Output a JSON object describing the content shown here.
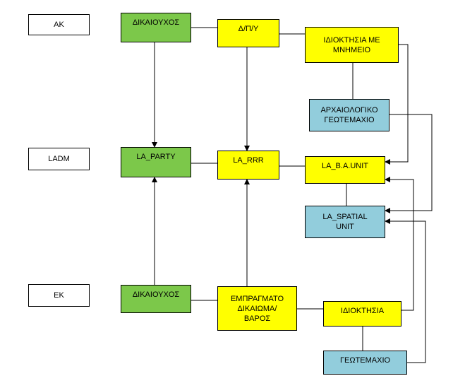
{
  "colors": {
    "label_box": "#ffffff",
    "party": "#7cc84a",
    "rrr": "#ffff00",
    "spatial": "#92cddc",
    "line": "#000000"
  },
  "rows": {
    "ak": "ΑΚ",
    "ladm": "LADM",
    "ek": "ΕΚ"
  },
  "ak_row": {
    "dikaiouxos": "ΔΙΚΑΙΟΥΧΟΣ",
    "dpy": "Δ/Π/Υ",
    "idioktisia_mnimeio": "ΙΔΙΟΚΤΗΣΙΑ ΜΕ\nΜΝΗΜΕΙΟ",
    "archaiologiko": "ΑΡΧΑΙΟΛΟΓΙΚΟ\nΓΕΩΤΕΜΑΧΙΟ"
  },
  "ladm_row": {
    "la_party": "LA_PARTY",
    "la_rrr": "LA_RRR",
    "la_baunit": "LA_B.A.UNIT",
    "la_spatial": "LA_SPATIAL\nUNIT"
  },
  "ek_row": {
    "dikaiouxos": "ΔΙΚΑΙΟΥΧΟΣ",
    "empragmato": "ΕΜΠΡΑΓΜΑΤΟ\nΔΙΚΑΙΩΜΑ/\nΒΑΡΟΣ",
    "idioktisia": "ΙΔΙΟΚΤΗΣΙΑ",
    "geotemaxio": "ΓΕΩΤΕΜΑΧΙΟ"
  }
}
